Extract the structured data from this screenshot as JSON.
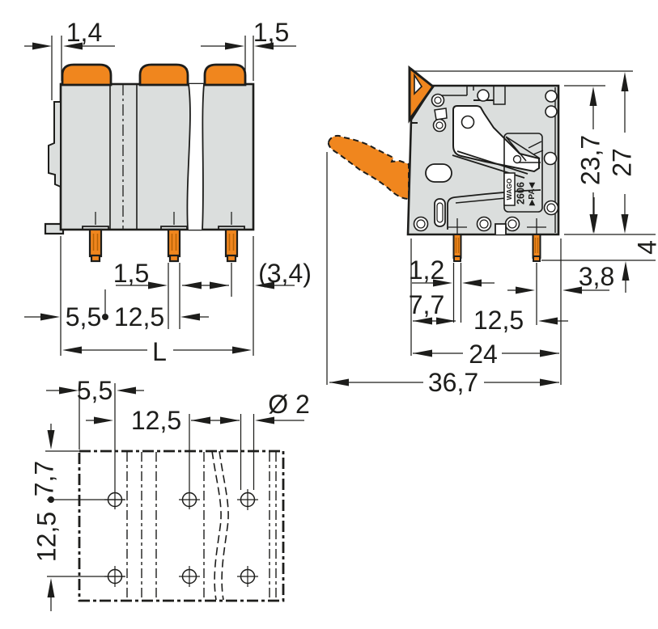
{
  "title": "Terminal block dimensional drawing",
  "colors": {
    "orange": "#F0861E",
    "housing_gray": "#DBDEDD",
    "line": "#1D1D1B",
    "background": "#FFFFFF"
  },
  "marking": {
    "brand": "WAGO",
    "series": "2606",
    "material": "▶PA◀"
  },
  "dims": {
    "front": {
      "slot_width": "1,4",
      "end_wall": "1,5",
      "pin_width": "1,5",
      "end_offset": "(3,4)",
      "first_pole": "5,5",
      "pitch": "12,5",
      "length": "L"
    },
    "side": {
      "housing_height": "23,7",
      "total_height": "27",
      "pin_length": "4",
      "pin_width": "1,2",
      "first_pin": "7,7",
      "pitch": "12,5",
      "end_offset": "3,8",
      "depth": "24",
      "total_depth": "36,7"
    },
    "footprint": {
      "edge_offset": "5,5",
      "hole_pitch": "12,5",
      "hole_dia": "Ø 2",
      "row_offset": "7,7",
      "row_pitch": "12,5"
    }
  }
}
